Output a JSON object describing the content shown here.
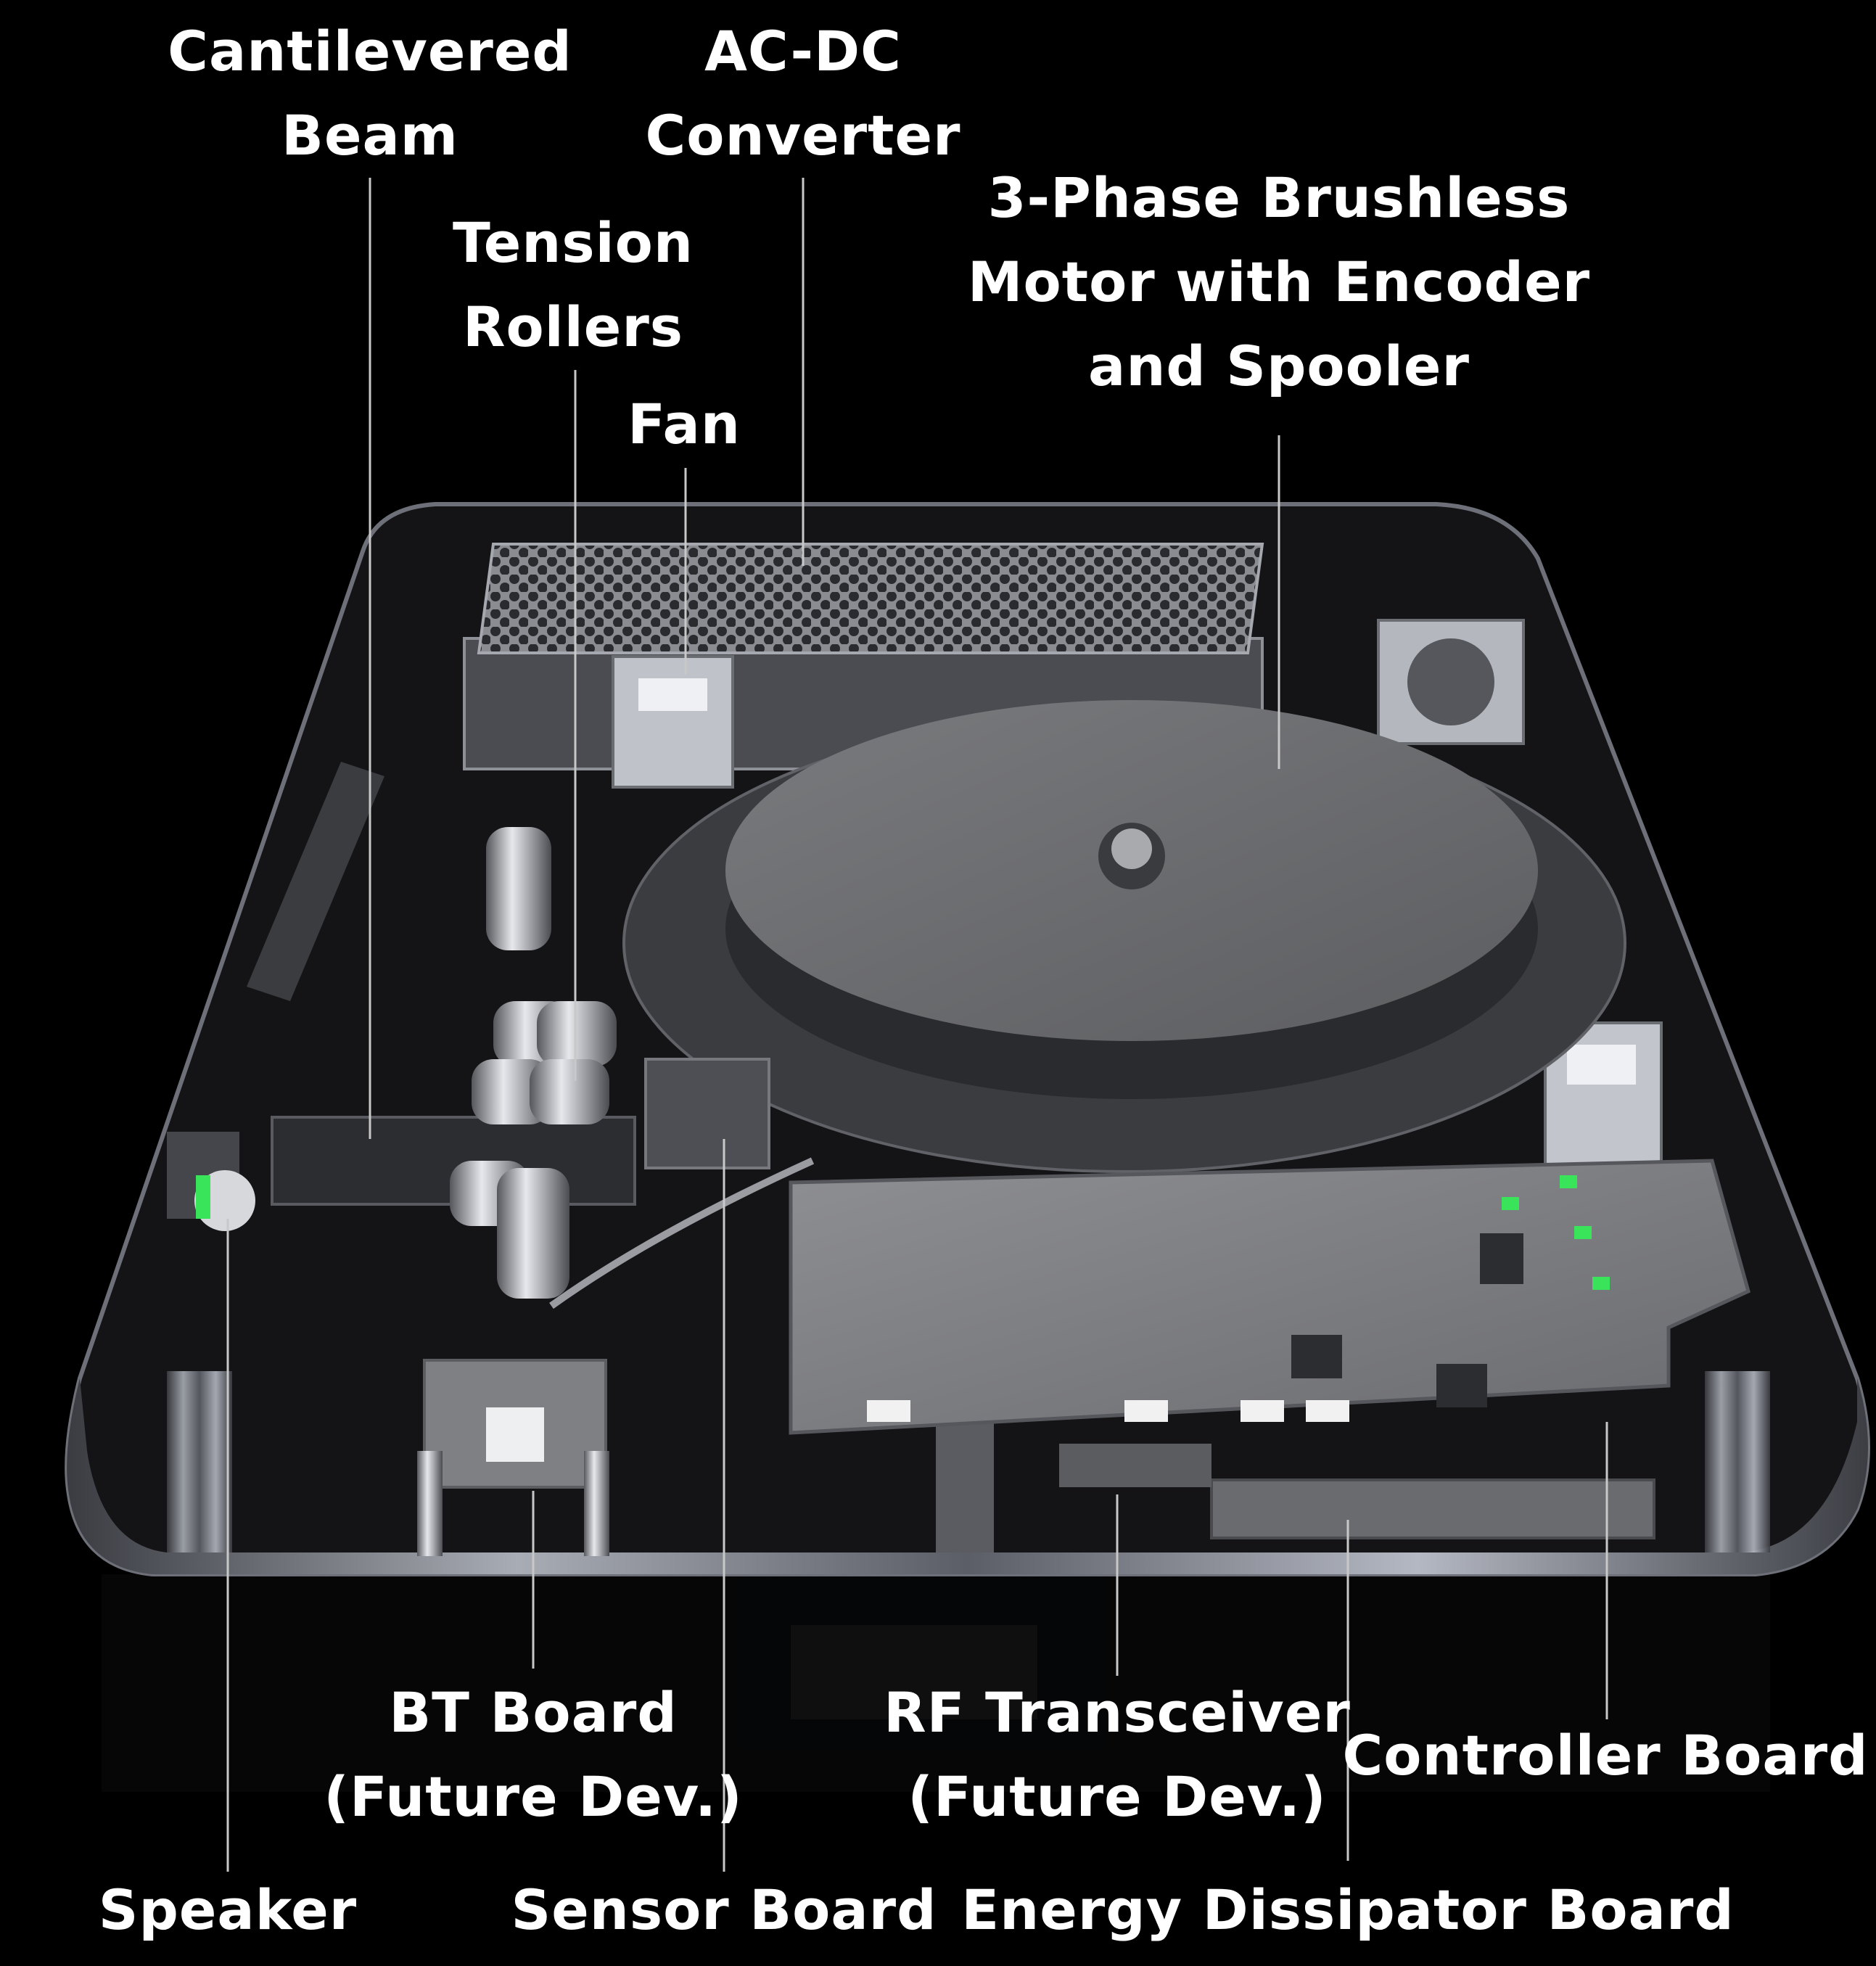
{
  "callouts": {
    "cantilevered_beam": {
      "lines": [
        "Cantilevered",
        "Beam"
      ]
    },
    "ac_dc_converter": {
      "lines": [
        "AC-DC",
        "Converter"
      ]
    },
    "tension_rollers": {
      "lines": [
        "Tension",
        "Rollers"
      ]
    },
    "fan": {
      "lines": [
        "Fan"
      ]
    },
    "motor": {
      "lines": [
        "3-Phase Brushless",
        "Motor with Encoder",
        "and Spooler"
      ]
    },
    "bt_board": {
      "lines": [
        "BT Board",
        "(Future Dev.)"
      ]
    },
    "rf_transceiver": {
      "lines": [
        "RF Transceiver",
        "(Future Dev.)"
      ]
    },
    "controller_board": {
      "lines": [
        "Controller Board"
      ]
    },
    "speaker": {
      "lines": [
        "Speaker"
      ]
    },
    "sensor_board": {
      "lines": [
        "Sensor Board"
      ]
    },
    "energy_dissipator_board": {
      "lines": [
        "Energy Dissipator Board"
      ]
    }
  },
  "colors": {
    "background": "#000000",
    "label_text": "#ffffff",
    "leader_line": "#c8c8c8",
    "chassis": "#1a1a1c",
    "chassis_edge": "#8a8e96",
    "platter": "#6e6f72",
    "pcb": "#7d7e82",
    "led_green": "#39e35a"
  }
}
